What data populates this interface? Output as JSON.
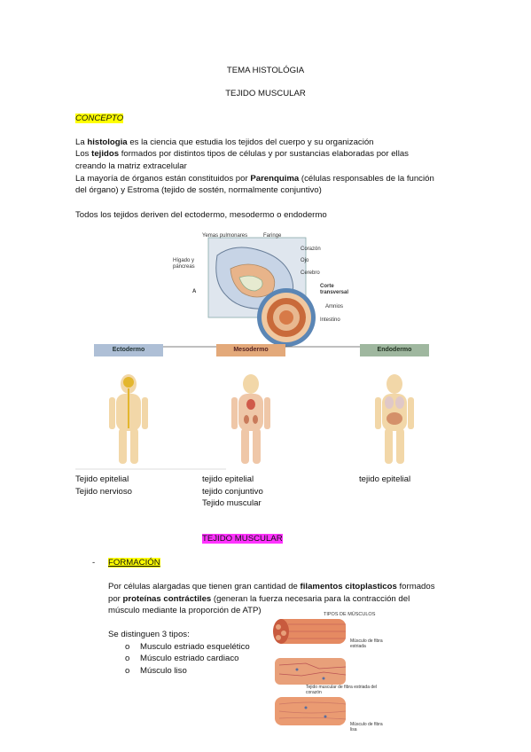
{
  "header": {
    "topic": "TEMA HISTOLÓGIA",
    "subtitle": "TEJIDO MUSCULAR"
  },
  "concepto": {
    "heading": "CONCEPTO",
    "p1_a": "La ",
    "p1_b": "histologia",
    "p1_c": " es la ciencia que estudia los tejidos del cuerpo y su organización",
    "p2_a": "Los ",
    "p2_b": "tejidos",
    "p2_c": " formados por distintos tipos de células y por sustancias elaboradas por ellas",
    "p3": "creando la matriz extracelular",
    "p4_a": "La mayoría de órganos están constituidos por ",
    "p4_b": "Parenquima",
    "p4_c": " (células responsables de la función",
    "p5": "del órgano) y Estroma (tejido de sostén, normalmente conjuntivo)",
    "p6": "Todos los tejidos deriven del ectodermo, mesodermo o endodermo"
  },
  "figure_embryo": {
    "labels": {
      "yemas": "Yemas pulmonares",
      "faringe": "Faringe",
      "higado": "Hígado y",
      "pancreas": "páncreas",
      "corazon": "Corazón",
      "ojo": "Ojo",
      "cerebro": "Cerebro",
      "corte1": "Corte",
      "corte2": "transversal",
      "amnios": "Amnios",
      "intestino": "Intestino",
      "a": "A"
    },
    "germ_layers": [
      "Ectodermo",
      "Mesodermo",
      "Endodermo"
    ],
    "colors": {
      "ecto": "#aebfd6",
      "meso": "#e3a97a",
      "endo": "#9fb79f",
      "skin": "#f2d7a8"
    }
  },
  "tissue_columns": {
    "col1": [
      "Tejido epitelial",
      "Tejido nervioso"
    ],
    "col2": [
      "tejido epitelial",
      "tejido conjuntivo",
      "Tejido muscular"
    ],
    "col3": [
      "tejido epitelial"
    ]
  },
  "muscle_section": {
    "heading": "TEJIDO MUSCULAR",
    "bullet_dash": "-",
    "formacion": "FORMACIÓN",
    "f1_a": "Por células alargadas que tienen gran cantidad de ",
    "f1_b": "filamentos citoplasticos",
    "f1_c": " formados",
    "f2_a": "por ",
    "f2_b": "proteínas contráctiles",
    "f2_c": " (generan la fuerza necesaria para la contracción del",
    "f3": "músculo mediante la proporción de ATP)",
    "types_intro": "Se distinguen 3 tipos:",
    "bullet_o": "o",
    "types": [
      "Musculo estriado esquelético",
      "Músculo estriado cardiaco",
      "Músculo liso"
    ]
  },
  "figure_muscle": {
    "title": "TIPOS DE MÚSCULOS",
    "labels": [
      "Músculo de fibra estriada",
      "Tejido muscular de fibra estriada del corazón",
      "Músculo de fibra lisa"
    ]
  }
}
